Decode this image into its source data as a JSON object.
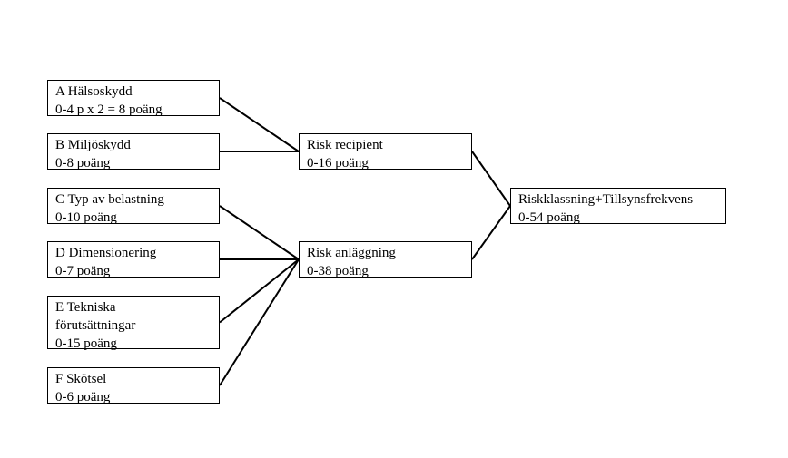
{
  "nodes": {
    "a": {
      "line1": "A Hälsoskydd",
      "line2": "0-4 p x 2 = 8 poäng"
    },
    "b": {
      "line1": "B Miljöskydd",
      "line2": "0-8 poäng"
    },
    "c": {
      "line1": "C Typ av belastning",
      "line2": "0-10 poäng"
    },
    "d": {
      "line1": "D Dimensionering",
      "line2": "0-7 poäng"
    },
    "e": {
      "line1": "E Tekniska",
      "line2": "förutsättningar",
      "line3": "0-15 poäng"
    },
    "f": {
      "line1": "F Skötsel",
      "line2": "0-6 poäng"
    },
    "recipient": {
      "line1": "Risk recipient",
      "line2": "0-16 poäng"
    },
    "anlaggning": {
      "line1": "Risk anläggning",
      "line2": "0-38 poäng"
    },
    "total": {
      "line1": "Riskklassning+Tillsynsfrekvens",
      "line2": "0-54 poäng"
    }
  },
  "edges": [
    {
      "from": "a",
      "to": "recipient"
    },
    {
      "from": "b",
      "to": "recipient"
    },
    {
      "from": "c",
      "to": "anlaggning"
    },
    {
      "from": "d",
      "to": "anlaggning"
    },
    {
      "from": "e",
      "to": "anlaggning"
    },
    {
      "from": "f",
      "to": "anlaggning"
    },
    {
      "from": "recipient",
      "to": "total"
    },
    {
      "from": "anlaggning",
      "to": "total"
    }
  ],
  "colors": {
    "line": "#000000",
    "box_border": "#000000",
    "background": "#ffffff"
  }
}
